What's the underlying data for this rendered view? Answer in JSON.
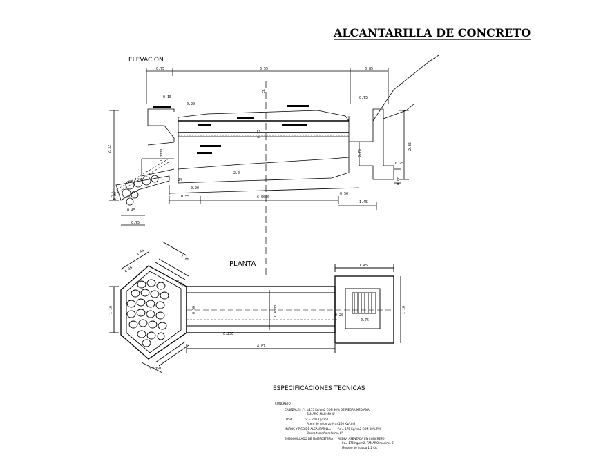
{
  "title": "ALCANTARILLA DE CONCRETO",
  "elevation": {
    "label": "ELEVACION",
    "centerline": "CL",
    "dims": {
      "top_left": "0.75",
      "top_mid": "5.55",
      "top_right": "0.85",
      "small_a": "0.15",
      "small_b": "0.75",
      "small_c": "0.20",
      "left_height": "2.32",
      "right_height": "2.35",
      "inner_height": "1.0000",
      "mid_height": "0.75",
      "right_inner": "0.75",
      "right_step": "0.25",
      "right_small": "0.60",
      "bottom_a": "0.55",
      "bottom_b": "0.20",
      "bottom_main": "6.0000",
      "bottom_c": "0.50",
      "bottom_d": "1.45",
      "left_foot_a": "0.80",
      "left_foot_b": "0.45",
      "left_foot_c": "0.75",
      "slope_a": "2.0",
      "slope_b": "2%"
    }
  },
  "plan": {
    "label": "PLANTA",
    "dims": {
      "diag_a": "1.45",
      "diag_b": "0.65",
      "diag_c": "1.45",
      "diag_d": "0.65",
      "left_width": "1.10",
      "top_right": "1.45",
      "barrel_width": "1.4000",
      "inner_a": "0.50",
      "inner_b": "0.20",
      "inner_c": "0.75",
      "right_width": "1.10",
      "bottom_a": "0.250",
      "bottom_length": "4.87",
      "bottom_left": "0.5050"
    }
  },
  "specs": {
    "heading": "ESPECIFICACIONES TECNICAS",
    "subheading": "CONCRETO",
    "items": [
      {
        "label": "CABEZALES :",
        "text": "f'c =175 Kg/cm2 CON 30% DE PIEDRA MEDIANA,",
        "text2": "TAMAÑO MAXIMO 4\""
      },
      {
        "label": "LOSA",
        "text": ": f'c = 210 Kg/cm2",
        "text2": "Acero de refuerzo fy=4200 Kg/cm2"
      },
      {
        "label": "MUROS Y PISO DE ALCANTARILLA",
        "text": ": f'c = 175 Kg/cm2 CON 30% PM",
        "text2": "Piedra tamaño máximo 6\""
      },
      {
        "label": "EMBOQUILLADO DE MAMPOSTERIA",
        "text": ": PIEDRA ASENTADA EN CONCRETO",
        "text2": "f'c= 175 Kg/cm2, TAMAÑO maximo 6\"",
        "text3": "Mortero de fragua 1:2 CA"
      }
    ]
  }
}
